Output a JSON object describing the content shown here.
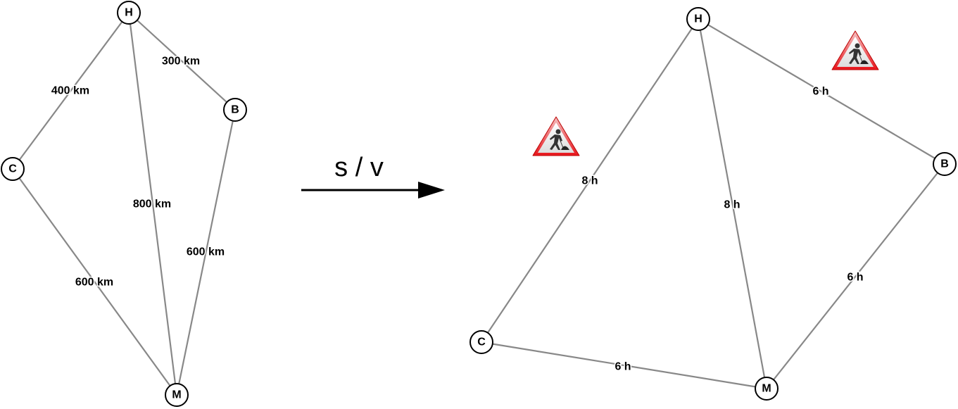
{
  "operator": "s / v",
  "left_graph": {
    "nodes": [
      "H",
      "B",
      "C",
      "M"
    ],
    "edges": [
      {
        "from": "H",
        "to": "C",
        "label": "400 km"
      },
      {
        "from": "H",
        "to": "B",
        "label": "300 km"
      },
      {
        "from": "H",
        "to": "M",
        "label": "800 km"
      },
      {
        "from": "B",
        "to": "M",
        "label": "600 km"
      },
      {
        "from": "C",
        "to": "M",
        "label": "600 km"
      }
    ]
  },
  "right_graph": {
    "nodes": [
      "H",
      "B",
      "C",
      "M"
    ],
    "edges": [
      {
        "from": "C",
        "to": "H",
        "label": "8 h"
      },
      {
        "from": "H",
        "to": "M",
        "label": "8 h"
      },
      {
        "from": "H",
        "to": "B",
        "label": "6 h"
      },
      {
        "from": "B",
        "to": "M",
        "label": "6 h"
      },
      {
        "from": "C",
        "to": "M",
        "label": "6 h"
      }
    ],
    "icons": [
      "roadworks-sign-icon",
      "roadworks-sign-icon"
    ]
  },
  "colors": {
    "edge": "#888888",
    "sign_border": "#e8151b"
  }
}
